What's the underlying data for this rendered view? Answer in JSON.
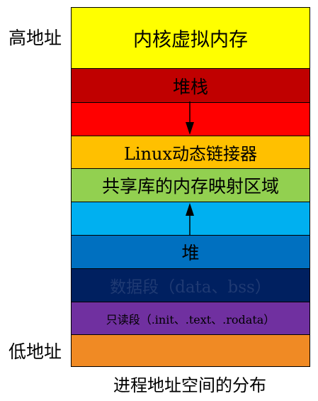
{
  "labels": {
    "high_address": "高地址",
    "low_address": "低地址",
    "caption": "进程地址空间的分布"
  },
  "segments": [
    {
      "id": "kernel-virtual-memory",
      "label": "内核虚拟内存",
      "color": "#ffff00",
      "text_color": "#000000"
    },
    {
      "id": "stack",
      "label": "堆栈",
      "color": "#c00000",
      "text_color": "#000000"
    },
    {
      "id": "stack-growth-area",
      "label": "",
      "color": "#ff0000",
      "text_color": "#000000"
    },
    {
      "id": "linux-dynamic-linker",
      "label": "Linux动态链接器",
      "color": "#ffc000",
      "text_color": "#000000"
    },
    {
      "id": "shared-library-mapping",
      "label": "共享库的内存映射区域",
      "color": "#92d050",
      "text_color": "#000000"
    },
    {
      "id": "heap-growth-area",
      "label": "",
      "color": "#00b0f0",
      "text_color": "#000000"
    },
    {
      "id": "heap",
      "label": "堆",
      "color": "#0070c0",
      "text_color": "#000000"
    },
    {
      "id": "data-segment",
      "label": "数据段（data、bss）",
      "color": "#002060",
      "text_color": "#1f3a73"
    },
    {
      "id": "readonly-segment",
      "label": "只读段（.init、.text、.rodata）",
      "color": "#7030a0",
      "text_color": "#000000"
    },
    {
      "id": "reserved-low-area",
      "label": "",
      "color": "#f08a24",
      "text_color": "#000000"
    }
  ],
  "arrows": [
    {
      "id": "stack-grows-down",
      "direction": "down"
    },
    {
      "id": "heap-grows-up",
      "direction": "up"
    }
  ]
}
